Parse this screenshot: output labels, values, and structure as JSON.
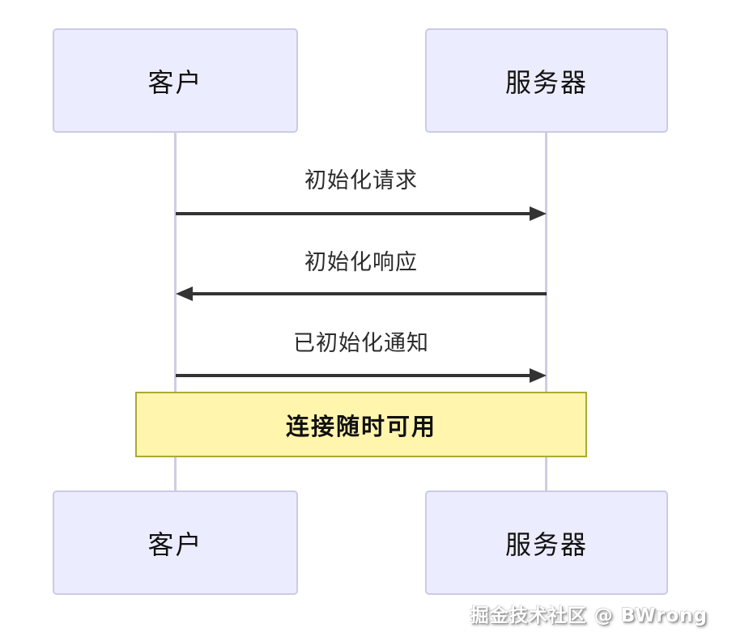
{
  "diagram": {
    "type": "sequence",
    "actors": [
      {
        "id": "client",
        "label": "客户"
      },
      {
        "id": "server",
        "label": "服务器"
      }
    ],
    "messages": [
      {
        "index": 1,
        "text": "初始化请求",
        "from": "client",
        "to": "server",
        "direction": "right",
        "line_style": "solid"
      },
      {
        "index": 2,
        "text": "初始化响应",
        "from": "server",
        "to": "client",
        "direction": "left",
        "line_style": "solid"
      },
      {
        "index": 3,
        "text": "已初始化通知",
        "from": "client",
        "to": "server",
        "direction": "right",
        "line_style": "solid"
      }
    ],
    "note": {
      "text": "连接随时可用",
      "over": [
        "client",
        "server"
      ]
    },
    "colors": {
      "actor_fill": "#ECECFF",
      "actor_border": "#CBCBE6",
      "lifeline": "#CFCCE4",
      "arrow": "#333333",
      "note_fill": "#FFF5AD",
      "note_border": "#AAAA33",
      "text": "#111111",
      "background": "#FFFFFF"
    }
  },
  "watermark": {
    "text": "掘金技术社区 @ BWrong"
  }
}
